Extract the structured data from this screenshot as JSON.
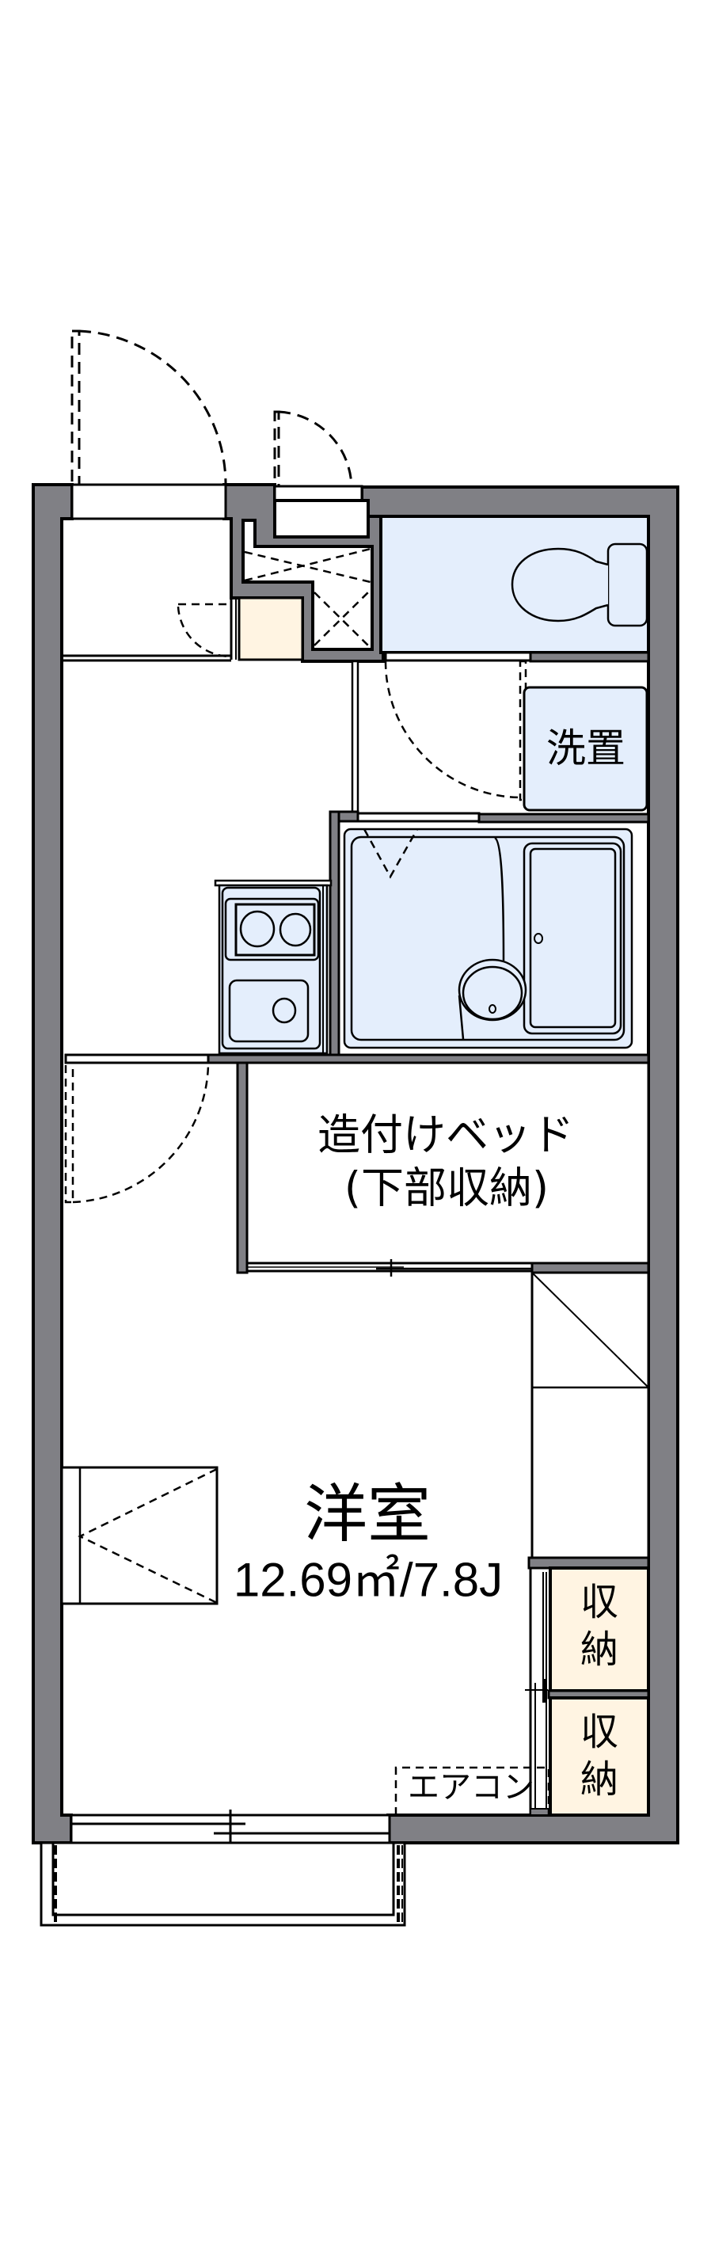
{
  "floor_plan": {
    "colors": {
      "wall": "#808085",
      "wet_area": "#e4eefc",
      "storage": "#fff4e2",
      "line": "#000000",
      "background": "#ffffff"
    },
    "western_room": {
      "name": "洋室",
      "area": "12.69㎡/7.8J"
    },
    "built_in_bed": {
      "line1": "造付けベッド",
      "line2": "(下部収納)"
    },
    "laundry_space": {
      "label": "洗置"
    },
    "storage": [
      {
        "char1": "収",
        "char2": "納"
      },
      {
        "char1": "収",
        "char2": "納"
      }
    ],
    "air_conditioner": {
      "label": "エアコン"
    },
    "fixtures": [
      "entrance-door-icon",
      "meter-box-door-icon",
      "shoe-cabinet-icon",
      "toilet-icon",
      "washing-machine-space-icon",
      "unit-bath-icon",
      "wash-basin-icon",
      "bathtub-icon",
      "two-burner-stove-icon",
      "kitchen-sink-icon",
      "built-in-bed-icon",
      "closet-icon",
      "sliding-window-icon",
      "balcony-icon"
    ]
  }
}
